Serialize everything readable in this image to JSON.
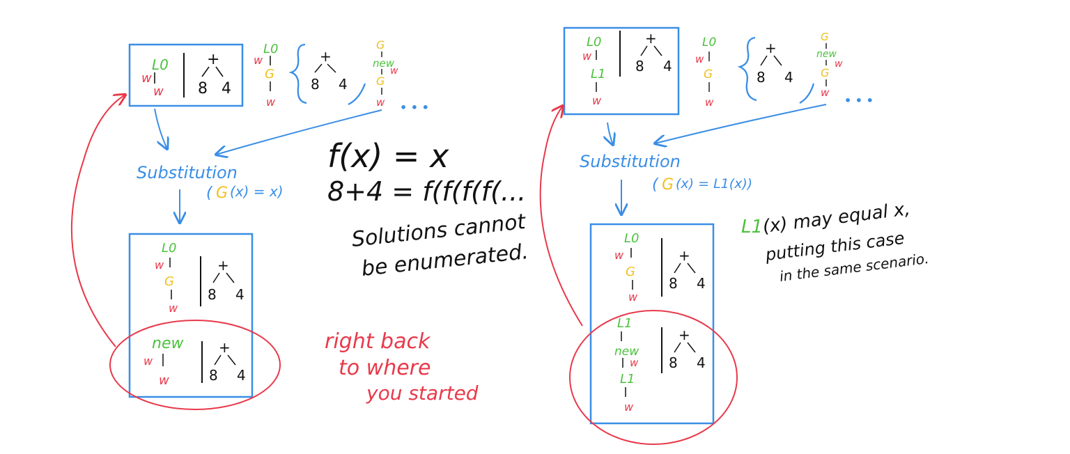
{
  "colors": {
    "blue": "#3a8ee6",
    "red": "#e8394a",
    "green": "#4cc23d",
    "yellow": "#f0c020",
    "black": "#111111"
  },
  "symbols": {
    "L0": "L0",
    "L1": "L1",
    "w": "w",
    "G": "G",
    "new": "new",
    "plus": "+",
    "eight": "8",
    "four": "4",
    "dots": "• • •"
  },
  "left": {
    "substitution": "Substitution",
    "sub_paren_open": "(",
    "sub_eq": "(x) = x)"
  },
  "right": {
    "substitution": "Substitution",
    "sub_paren_open": "(",
    "sub_eq": "(x) = L1(x))"
  },
  "middle": {
    "eq1": "f(x) = x",
    "eq2": "8+4 = f(f(f(f(...",
    "note_line1": "Solutions cannot",
    "note_line2": "be enumerated."
  },
  "red_note": {
    "line1": "right back",
    "line2": "to where",
    "line3": "you started"
  },
  "right_note": {
    "l1": "L1",
    "line1": "(x) may equal x,",
    "line2": "putting this case",
    "line3": "in the same scenario."
  }
}
